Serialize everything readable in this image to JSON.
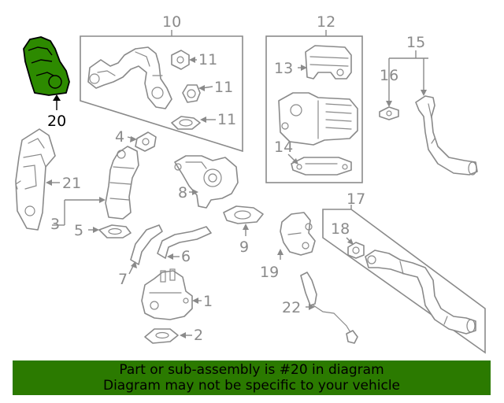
{
  "callouts": {
    "c1": "1",
    "c2": "2",
    "c3": "3",
    "c4": "4",
    "c5": "5",
    "c6": "6",
    "c7": "7",
    "c8": "8",
    "c9": "9",
    "c10": "10",
    "c11a": "11",
    "c11b": "11",
    "c11c": "11",
    "c12": "12",
    "c13": "13",
    "c14": "14",
    "c15": "15",
    "c16": "16",
    "c17": "17",
    "c18": "18",
    "c19": "19",
    "c20": "20",
    "c21": "21",
    "c22": "22"
  },
  "banner": {
    "line1": "Part or sub-assembly is #20 in diagram",
    "line2": "Diagram may not be specific to your vehicle"
  },
  "colors": {
    "highlight_part": "#2d8a00",
    "banner_bg": "#2b7a00",
    "line_gray": "#8a8a8a"
  }
}
